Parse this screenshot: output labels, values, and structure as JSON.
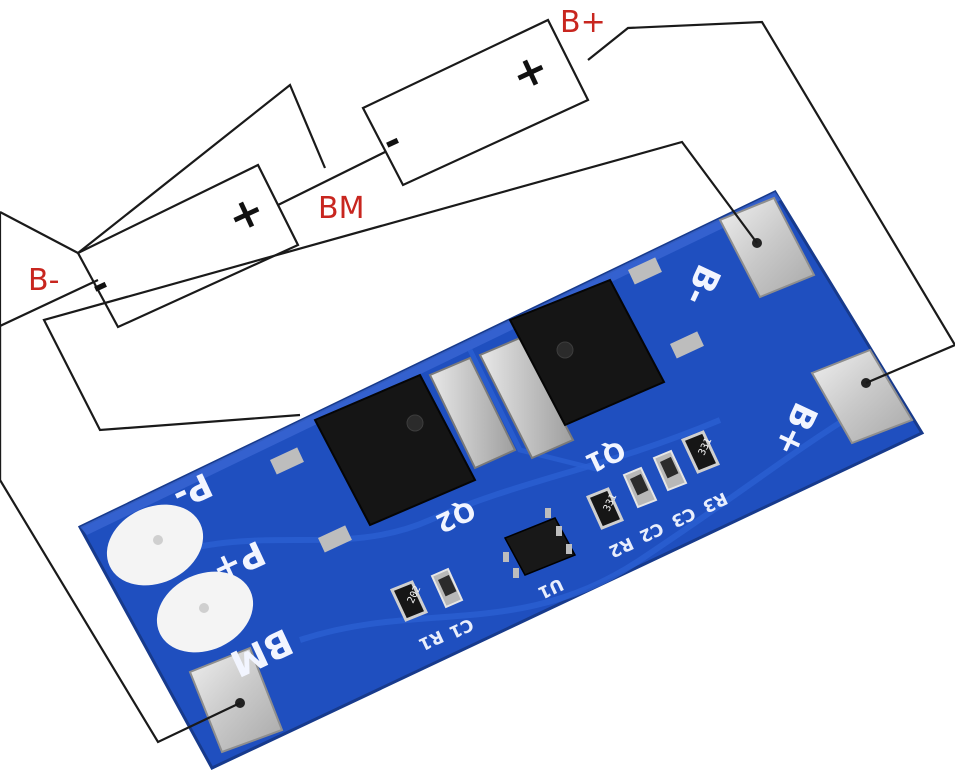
{
  "diagram": {
    "node_labels": {
      "b_plus": "B+",
      "bm": "BM",
      "b_minus": "B-"
    },
    "battery_signs": {
      "plus": "+",
      "minus": "-"
    },
    "board_silkscreen": {
      "b_minus": "B-",
      "b_plus": "B+",
      "p_minus": "P-",
      "p_plus": "P+",
      "bm": "BM",
      "q1": "Q1",
      "q2": "Q2",
      "u1": "U1",
      "c1": "C1",
      "c2": "C2",
      "c3": "C3",
      "r1": "R1",
      "r2": "R2",
      "r3": "R3"
    },
    "resistor_codes": {
      "r1": "202",
      "r2": "331",
      "r3": "331"
    },
    "colors": {
      "label_red": "#c8261f",
      "pcb_blue": "#1f4fbf",
      "pad_silver": "#cfcfcf",
      "mosfet_black": "#151515"
    }
  }
}
